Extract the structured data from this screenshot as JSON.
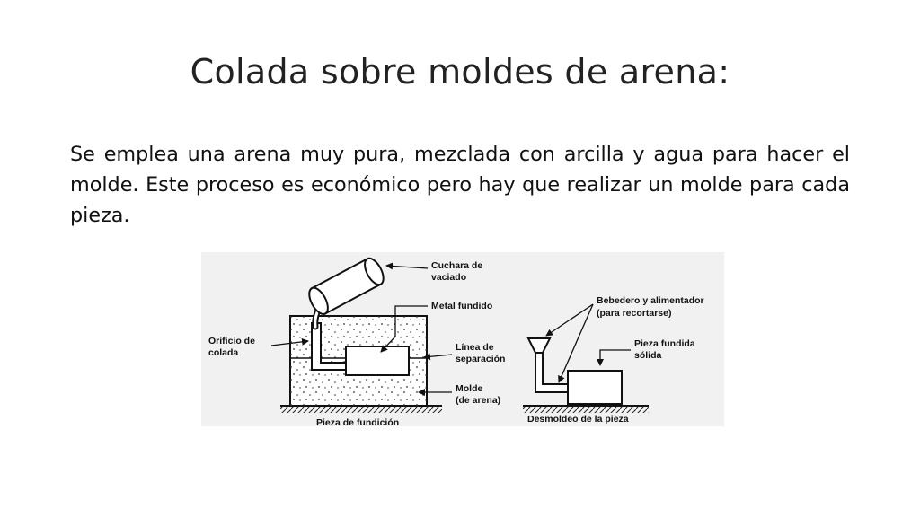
{
  "slide": {
    "title": "Colada sobre moldes de arena:",
    "body": "Se emplea una arena muy pura, mezclada con arcilla y agua para hacer el molde. Este proceso es económico pero hay que realizar un molde para cada pieza."
  },
  "figure": {
    "left_diagram": {
      "caption": "Pieza de fundición",
      "labels": {
        "ladle_line1": "Cuchara de",
        "ladle_line2": "vaciado",
        "molten_metal": "Metal fundido",
        "sprue_line1": "Orificio de",
        "sprue_line2": "colada",
        "parting_line1": "Línea de",
        "parting_line2": "separación",
        "mold_line1": "Molde",
        "mold_line2": "(de arena)"
      }
    },
    "right_diagram": {
      "caption": "Desmoldeo de la pieza",
      "labels": {
        "gate_line1": "Bebedero y alimentador",
        "gate_line2": "(para recortarse)",
        "casting_line1": "Pieza fundida",
        "casting_line2": "sólida"
      }
    }
  }
}
